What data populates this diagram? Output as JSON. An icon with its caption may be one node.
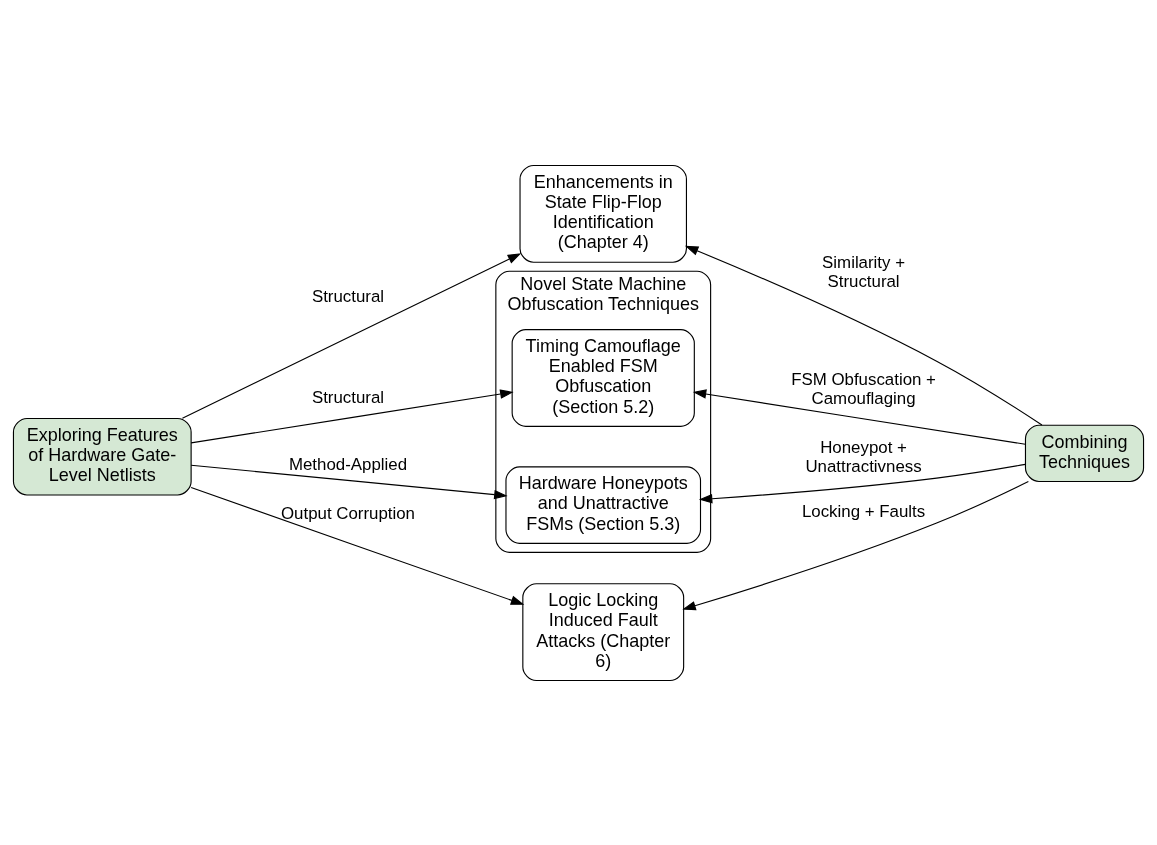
{
  "diagram": {
    "nodes": [
      {
        "text": [
          "Exploring Features of Hardware Gate-Level Netlists"
        ]
      },
      {
        "text": [
          "Enhancements in State Flip-Flop Identification (Chapter 4)"
        ]
      },
      {
        "text": [
          "Novel State Machine Obfuscation Techniques"
        ]
      },
      {
        "text": [
          "Timing Camouflage Enabled FSM Obfuscation (Section 5.2)"
        ],
        "in": 2
      },
      {
        "text": [
          "Hardware Honeypots and Unattractive FSMs (Section 5.3)"
        ],
        "in": 2
      },
      {
        "text": [
          "Logic Locking Induced Fault Attacks (Chapter 6)"
        ]
      },
      {
        "text": [
          "Combining Techniques"
        ]
      }
    ],
    "edges": [
      {
        "from": 0,
        "to": 1,
        "arrow": "to",
        "label": "Structural"
      },
      {
        "from": 0,
        "to": 3,
        "arrow": "to",
        "label": "Structural"
      },
      {
        "from": 0,
        "to": 4,
        "arrow": "to",
        "label": "Method-Applied"
      },
      {
        "from": 0,
        "to": 5,
        "arrow": "to",
        "label": "Output Corruption"
      },
      {
        "from": 6,
        "to": 1,
        "arrow": "to",
        "label": "Similarity + Structural"
      },
      {
        "from": 6,
        "to": 3,
        "arrow": "to",
        "label": "FSM Obfuscation + Camouflaging"
      },
      {
        "from": 6,
        "to": 4,
        "arrow": "to",
        "label": "Honeypot + Unattractivness"
      },
      {
        "from": 6,
        "to": 5,
        "arrow": "to",
        "label": "Locking + Faults"
      }
    ]
  }
}
